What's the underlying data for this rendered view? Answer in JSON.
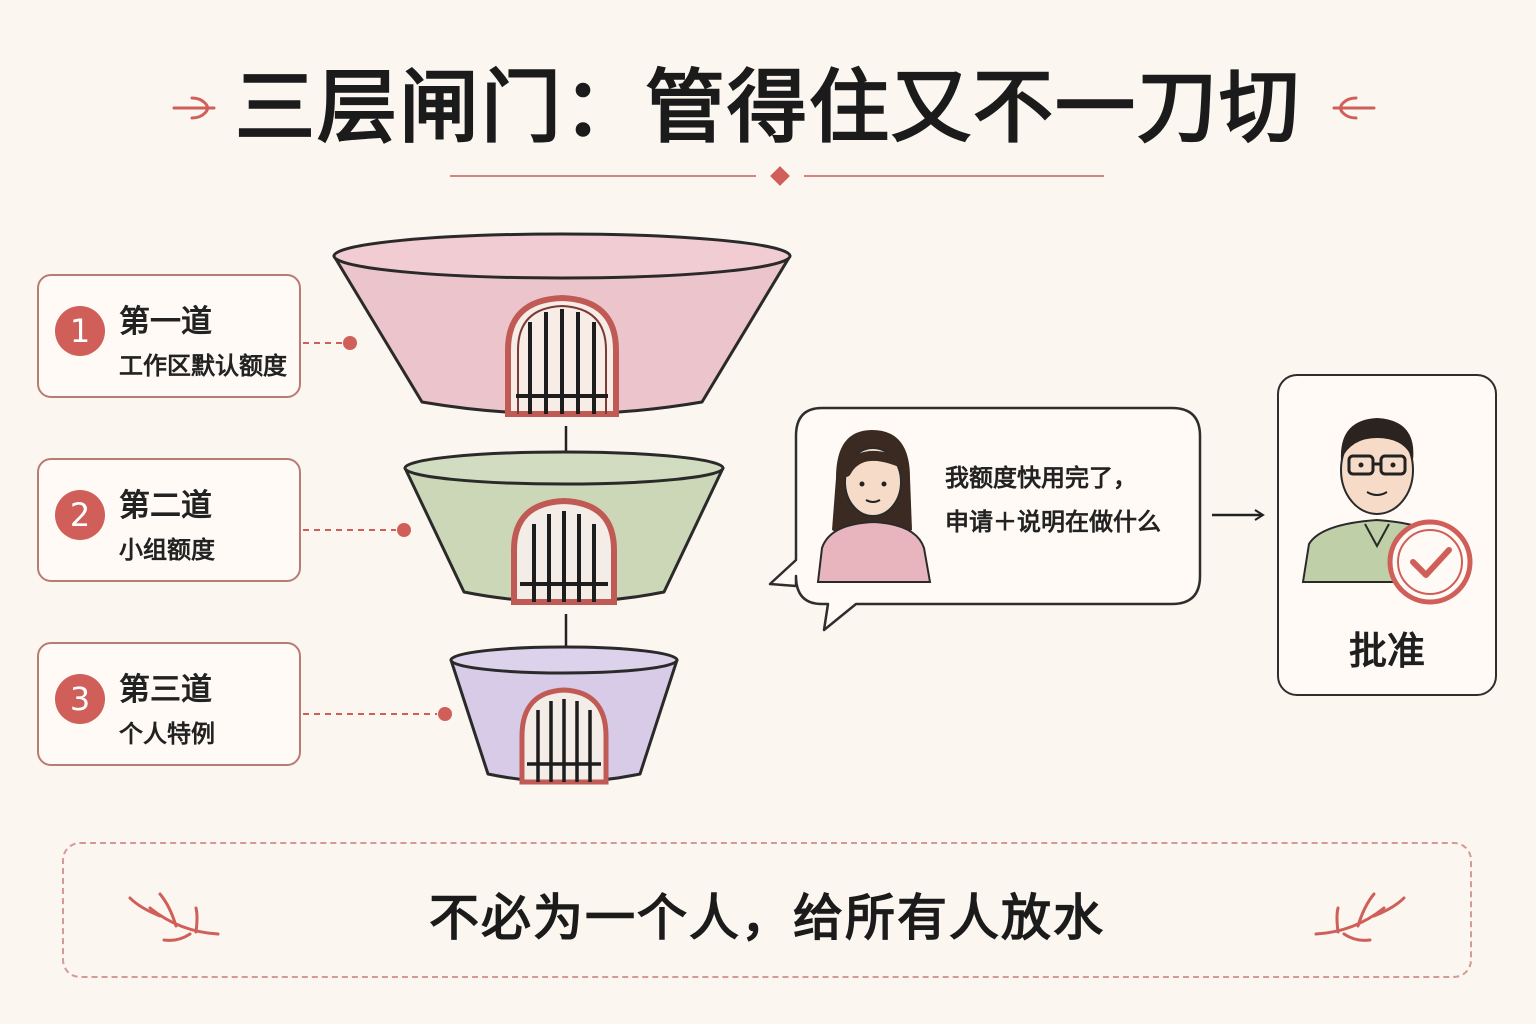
{
  "title": "三层闸门：管得住又不一刀切",
  "steps": [
    {
      "number": "1",
      "title": "第一道",
      "subtitle": "工作区默认额度"
    },
    {
      "number": "2",
      "title": "第二道",
      "subtitle": "小组额度"
    },
    {
      "number": "3",
      "title": "第三道",
      "subtitle": "个人特例"
    }
  ],
  "speech": {
    "line1": "我额度快用完了，",
    "line2": "申请＋说明在做什么"
  },
  "approval": {
    "label": "批准"
  },
  "banner": {
    "text": "不必为一个人，给所有人放水"
  },
  "colors": {
    "accent": "#cf5f58",
    "funnel_top": "#ecc4cb",
    "funnel_middle": "#ccd7b8",
    "funnel_bottom": "#d7cbe7",
    "background": "#fbf6ef"
  }
}
